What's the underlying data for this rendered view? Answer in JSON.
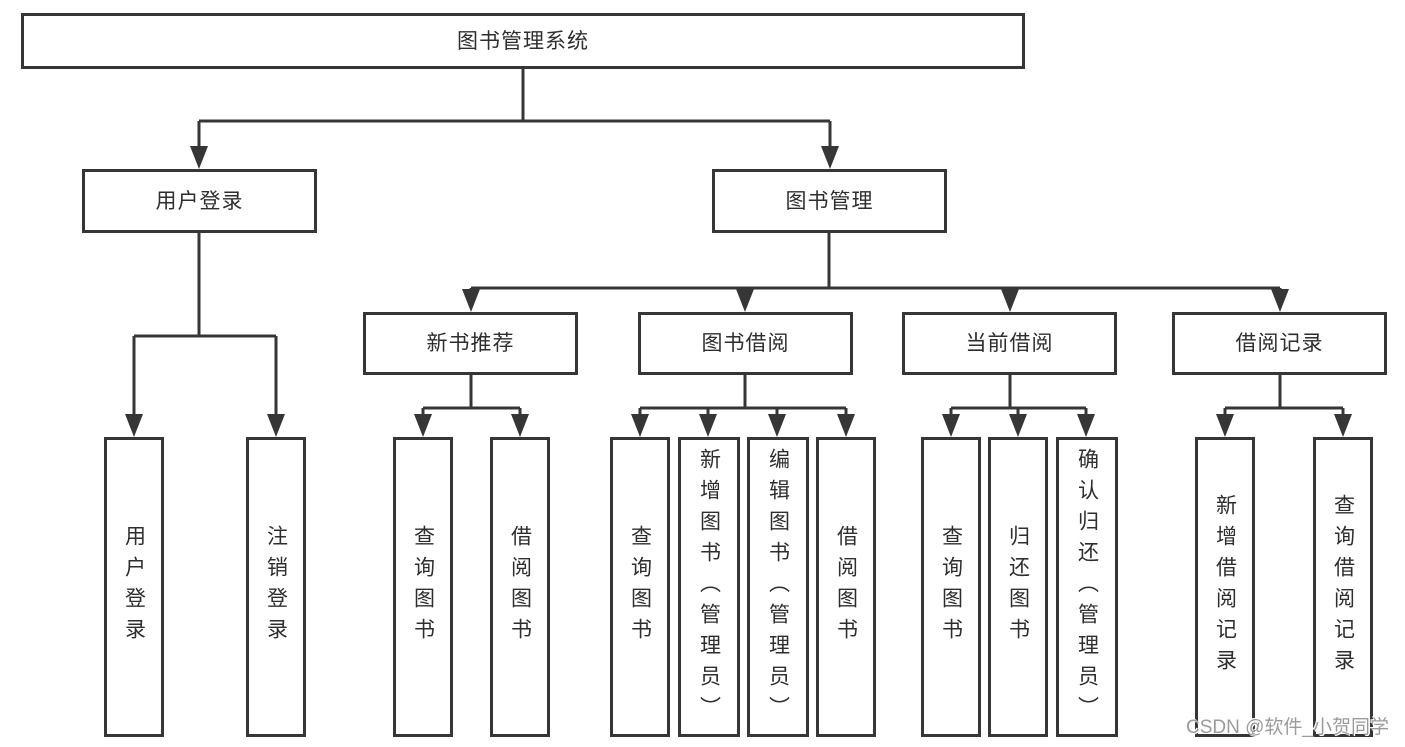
{
  "diagram": {
    "title": "图书管理系统",
    "level2": [
      {
        "label": "用户登录",
        "children": [
          "用户登录",
          "注销登录"
        ]
      },
      {
        "label": "图书管理",
        "children": [
          {
            "label": "新书推荐",
            "children": [
              "查询图书",
              "借阅图书"
            ]
          },
          {
            "label": "图书借阅",
            "children": [
              "查询图书",
              "新增图书（管理员）",
              "编辑图书（管理员）",
              "借阅图书"
            ]
          },
          {
            "label": "当前借阅",
            "children": [
              "查询图书",
              "归还图书",
              "确认归还（管理员）"
            ]
          },
          {
            "label": "借阅记录",
            "children": [
              "新增借阅记录",
              "查询借阅记录"
            ]
          }
        ]
      }
    ]
  },
  "watermark": {
    "text": "CSDN @软件_小贺同学"
  },
  "colors": {
    "line": "#363636",
    "box_border": "#363636",
    "text": "#2e2e2e",
    "watermark": "#9b9b9b",
    "background": "#ffffff"
  }
}
